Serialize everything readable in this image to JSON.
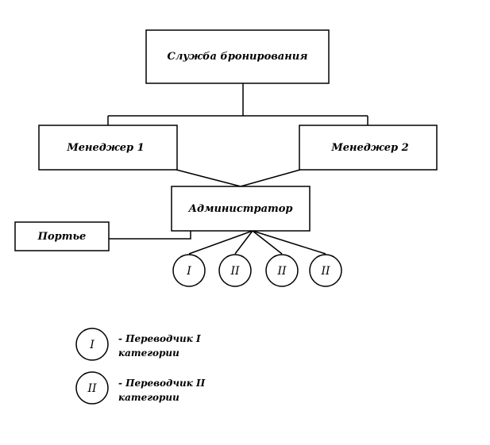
{
  "nodes": {
    "booking": "Служба бронирования",
    "manager1": "Менеджер 1",
    "manager2": "Менеджер 2",
    "admin": "Администратор",
    "porter": "Портье"
  },
  "translators": [
    "I",
    "II",
    "II",
    "II"
  ],
  "legend": [
    {
      "symbol": "I",
      "line1": "- Переводчик I",
      "line2": "категории"
    },
    {
      "symbol": "II",
      "line1": "- Переводчик II",
      "line2": "категории"
    }
  ]
}
